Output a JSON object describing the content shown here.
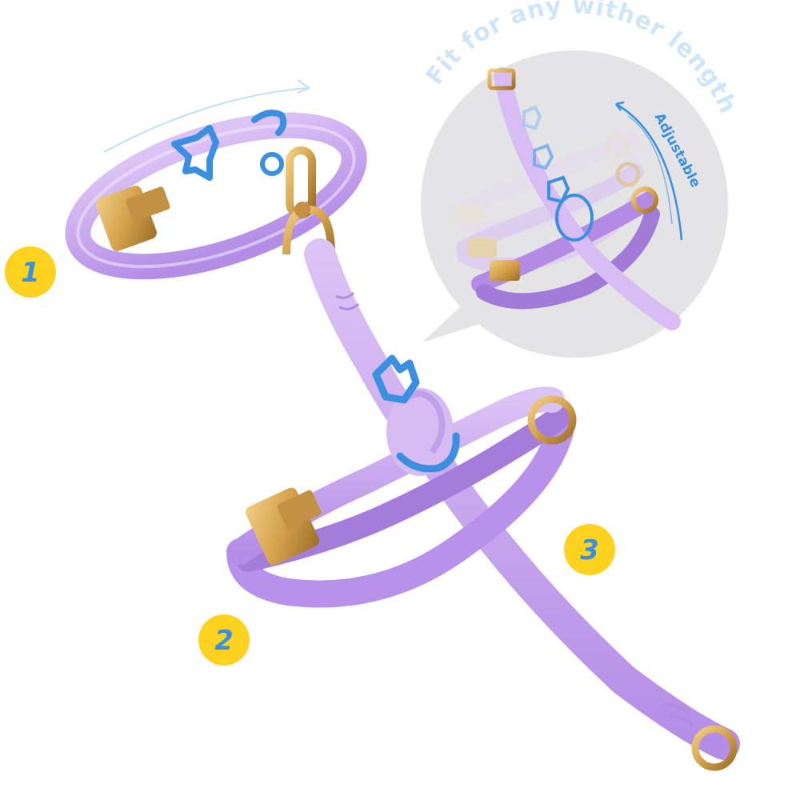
{
  "callout": {
    "headline": "Fit for any wither length",
    "side_label": "Adjustable"
  },
  "badges": [
    {
      "number": "1"
    },
    {
      "number": "2"
    },
    {
      "number": "3"
    }
  ],
  "colors": {
    "strap": "#c9a6ef",
    "strap_dark": "#a57fdc",
    "hardware_gold": "#d4a24c",
    "clip_blue": "#3b8fe0",
    "badge_yellow": "#ffd21f",
    "badge_text": "#3b8fe0",
    "callout_text": "#cfe6f8",
    "bubble_gray": "#e4e4e6"
  }
}
